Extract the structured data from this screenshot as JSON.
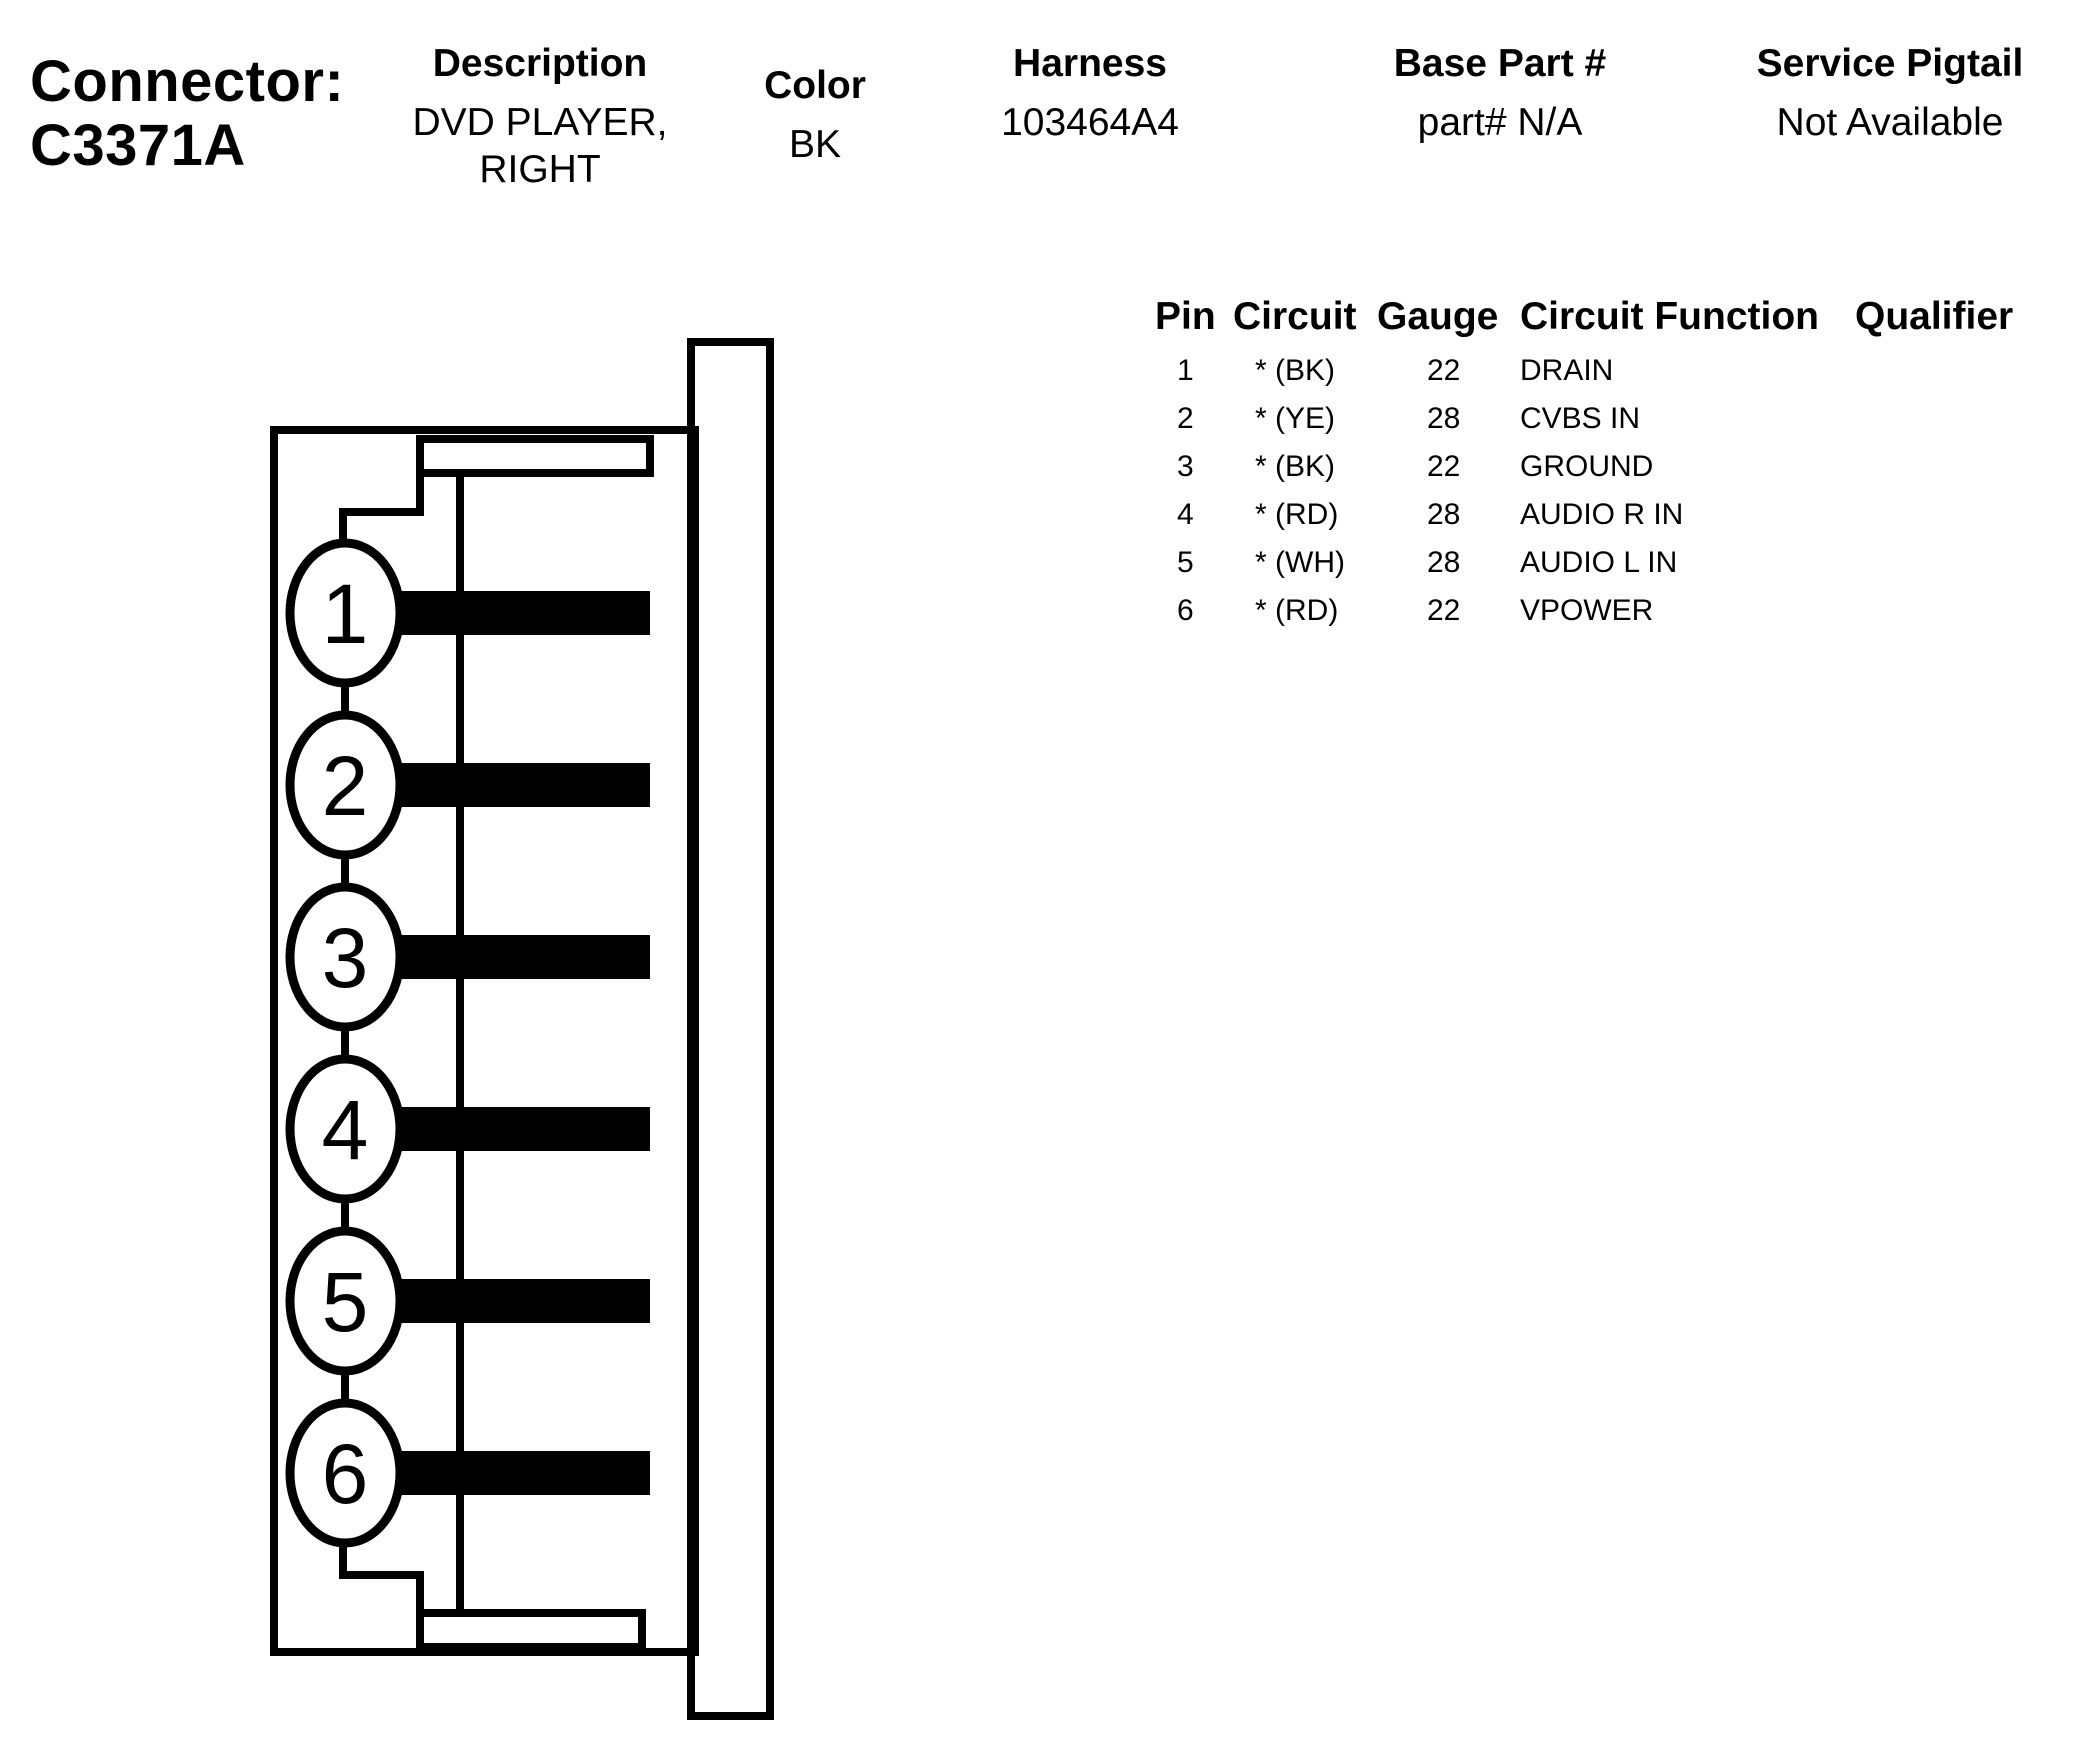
{
  "connector": {
    "label": "Connector:",
    "id": "C3371A"
  },
  "header": {
    "description": {
      "label": "Description",
      "value_line1": "DVD PLAYER,",
      "value_line2": "RIGHT"
    },
    "color": {
      "label": "Color",
      "value": "BK"
    },
    "harness": {
      "label": "Harness",
      "value": "103464A4"
    },
    "base_part": {
      "label": "Base Part #",
      "value": "part# N/A"
    },
    "service_pigtail": {
      "label": "Service Pigtail",
      "value": "Not Available"
    }
  },
  "pin_table": {
    "columns": {
      "pin": "Pin",
      "circuit": "Circuit",
      "gauge": "Gauge",
      "function": "Circuit Function",
      "qualifier": "Qualifier"
    },
    "rows": [
      {
        "pin": "1",
        "circuit": "* (BK)",
        "gauge": "22",
        "function": "DRAIN"
      },
      {
        "pin": "2",
        "circuit": "* (YE)",
        "gauge": "28",
        "function": "CVBS IN"
      },
      {
        "pin": "3",
        "circuit": "* (BK)",
        "gauge": "22",
        "function": "GROUND"
      },
      {
        "pin": "4",
        "circuit": "* (RD)",
        "gauge": "28",
        "function": "AUDIO R IN"
      },
      {
        "pin": "5",
        "circuit": "* (WH)",
        "gauge": "28",
        "function": "AUDIO L IN"
      },
      {
        "pin": "6",
        "circuit": "* (RD)",
        "gauge": "22",
        "function": "VPOWER"
      }
    ]
  },
  "diagram": {
    "pin_labels": [
      "1",
      "2",
      "3",
      "4",
      "5",
      "6"
    ]
  }
}
